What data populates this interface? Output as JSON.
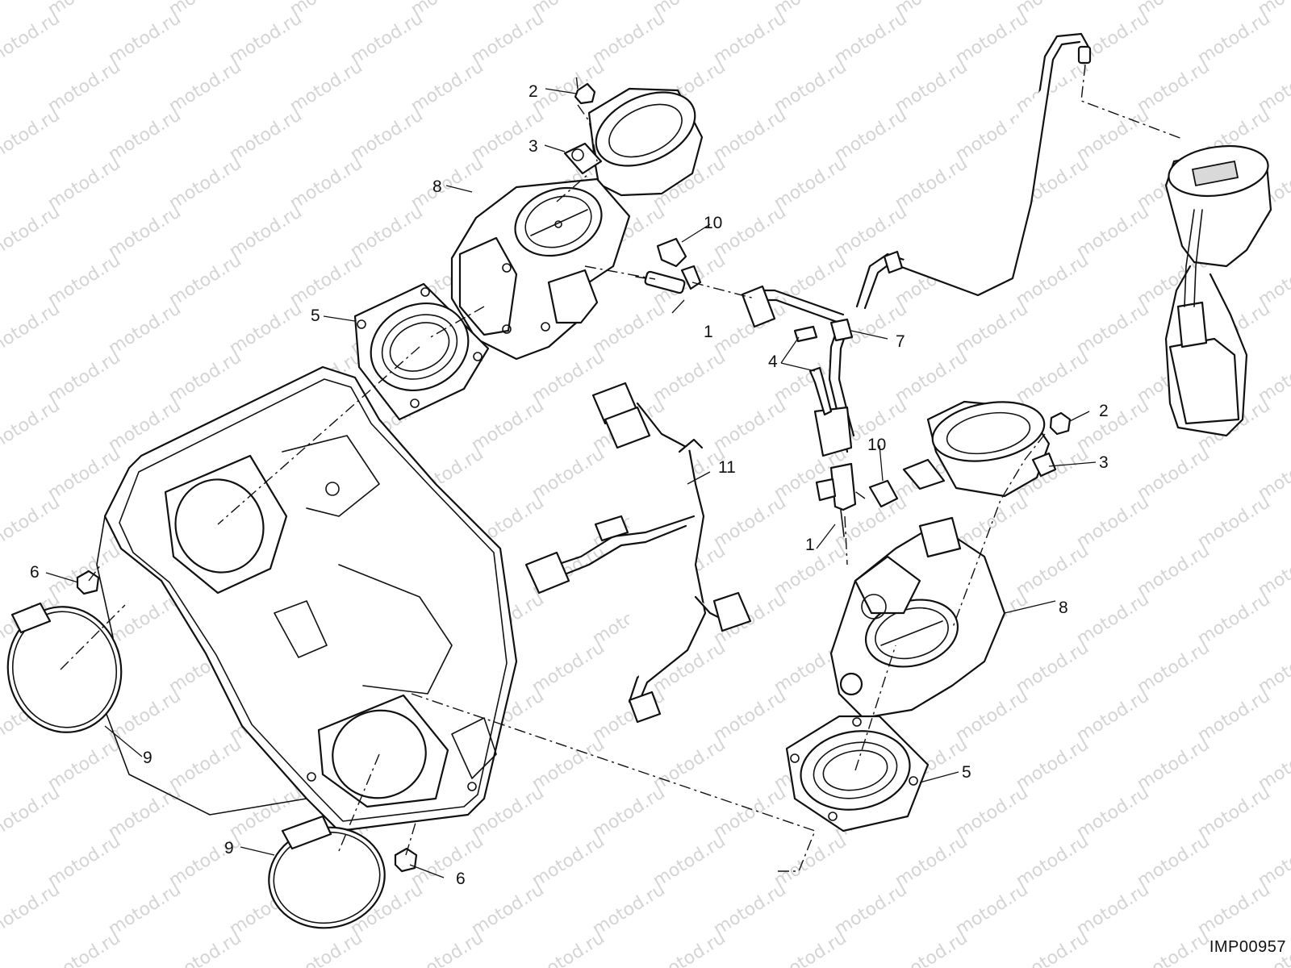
{
  "image_code": "IMP00957",
  "watermark": "motod.ru",
  "callouts": [
    {
      "label": "1",
      "part": "throttle-position-sensor-upper"
    },
    {
      "label": "1",
      "part": "throttle-position-sensor-lower"
    },
    {
      "label": "2",
      "part": "screw-upper"
    },
    {
      "label": "2",
      "part": "screw-right"
    },
    {
      "label": "3",
      "part": "intake-duct-upper"
    },
    {
      "label": "3",
      "part": "intake-duct-right"
    },
    {
      "label": "4",
      "part": "bolts-center"
    },
    {
      "label": "5",
      "part": "intake-manifold-upper"
    },
    {
      "label": "5",
      "part": "intake-manifold-lower"
    },
    {
      "label": "6",
      "part": "screw-left"
    },
    {
      "label": "6",
      "part": "screw-bottom"
    },
    {
      "label": "7",
      "part": "fuel-line-clamp"
    },
    {
      "label": "8",
      "part": "throttle-body-upper"
    },
    {
      "label": "8",
      "part": "throttle-body-lower"
    },
    {
      "label": "9",
      "part": "hose-clamp-left"
    },
    {
      "label": "9",
      "part": "hose-clamp-bottom"
    },
    {
      "label": "10",
      "part": "retaining-clip-upper"
    },
    {
      "label": "10",
      "part": "retaining-clip-lower"
    },
    {
      "label": "11",
      "part": "wiring-harness"
    }
  ]
}
